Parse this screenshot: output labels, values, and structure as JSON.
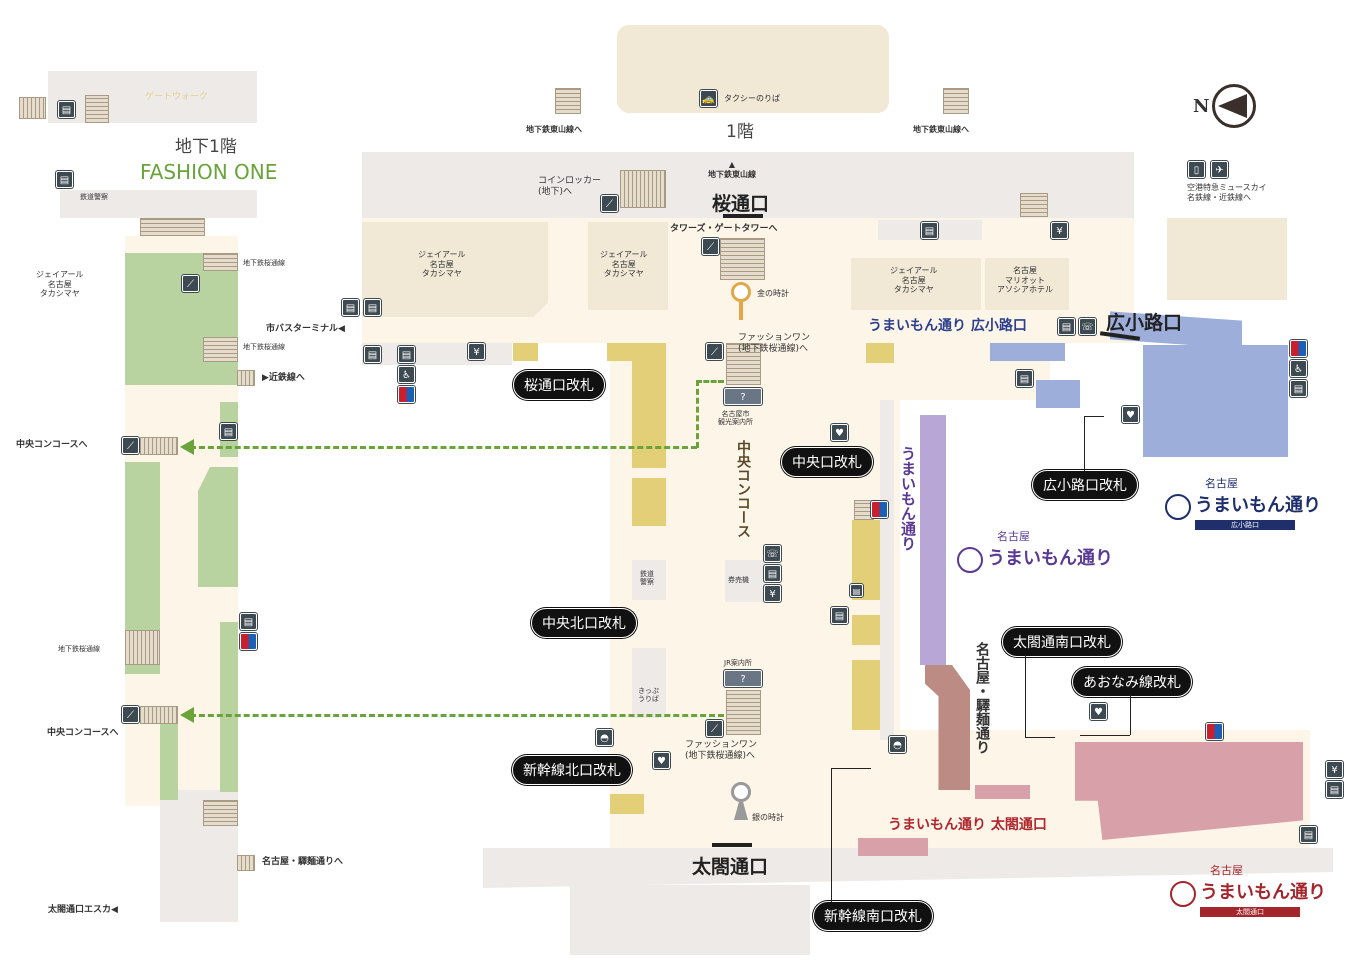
{
  "floors": {
    "b1_title": "地下1階",
    "b1_name": "FASHION ONE",
    "f1": "1階"
  },
  "compass": {
    "label": "N"
  },
  "entrances": {
    "sakura": "桜通口",
    "hirokoji": "広小路口",
    "taiko": "太閤通口"
  },
  "gates": {
    "sakura": "桜通口改札",
    "chuo": "中央口改札",
    "hirokoji": "広小路口改札",
    "chuo_kita": "中央北口改札",
    "shinkansen_kita": "新幹線北口改札",
    "taiko_minami": "太閤通南口改札",
    "aonami": "あおなみ線改札",
    "shinkansen_minami": "新幹線南口改札"
  },
  "labels": {
    "gatewalk": "ゲートウォーク",
    "railway_police_1": "鉄道警察",
    "takashimaya_left": "ジェイアール\n名古屋\nタカシマヤ",
    "sakuradori_1": "地下鉄桜通線",
    "bus_terminal": "市バスターミナル◀",
    "sakuradori_2": "地下鉄桜通線",
    "kintetsu": "▶近鉄線へ",
    "concourse_to_1": "中央コンコースへ",
    "sakuradori_3": "地下鉄桜通線",
    "concourse_to_2": "中央コンコースへ",
    "ekimen_to": "名古屋・驛麺通りへ",
    "taiko_escalator": "太閤通口エスカ◀",
    "higashiyama_to_1": "地下鉄東山線へ",
    "higashiyama_to_2": "地下鉄東山線へ",
    "taxi": "タクシーのりば",
    "coin_locker": "コインロッカー\n(地下)へ",
    "higashiyama": "▲\n地下鉄東山線",
    "towers": "タワーズ・ゲートタワーへ",
    "takashimaya_1": "ジェイアール\n名古屋\nタカシマヤ",
    "takashimaya_2": "ジェイアール\n名古屋\nタカシマヤ",
    "takashimaya_3": "ジェイアール\n名古屋\nタカシマヤ",
    "marriott": "名古屋\nマリオット\nアソシアホテル",
    "gold_clock": "金の時計",
    "fashion_one_1": "ファッションワン\n(地下鉄桜通線)へ",
    "tourist_info": "名古屋市\n観光案内所",
    "central_concourse": "中央コンコース",
    "umaimon_vertical": "うまいもん通り",
    "ticket_machine": "券売機",
    "railway_police_2": "鉄道\n警察",
    "jr_info": "JR案内所",
    "ticket_office": "きっぷ\nうりば",
    "fashion_one_2": "ファッションワン\n(地下鉄桜通線)へ",
    "silver_clock": "銀の時計",
    "ekimen_vertical": "名古屋・驛麺通り",
    "umaimon_hirokoji": "うまいもん通り 広小路口",
    "umaimon_taiko": "うまいもん通り 太閤通口",
    "airport": "空港特急ミュースカイ\n名鉄線・近鉄線へ"
  },
  "brands": [
    {
      "small": "名古屋",
      "main": "うまいもん通り",
      "tag": "広小路口",
      "color": "#1f2f6b"
    },
    {
      "small": "名古屋",
      "main": "うまいもん通り",
      "tag": "",
      "color": "#5a3a94"
    },
    {
      "small": "名古屋",
      "main": "うまいもん通り",
      "tag": "太閤通口",
      "color": "#a3262c"
    }
  ],
  "colors": {
    "green_path": "#6aa33a",
    "fashion_one": "#6aa33a",
    "umaimon_blue": "#2b3f8c",
    "umaimon_red": "#b0262c",
    "umaimon_purple": "#5a3a94"
  }
}
